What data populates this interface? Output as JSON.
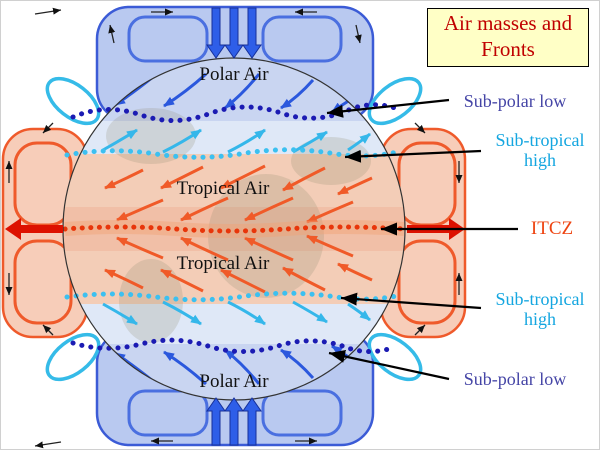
{
  "title": {
    "text": "Air masses and Fronts"
  },
  "globe": {
    "regions": [
      {
        "label": "Polar Air"
      },
      {
        "label": "Tropical Air"
      },
      {
        "label": "Tropical Air"
      },
      {
        "label": "Polar Air"
      }
    ]
  },
  "annotations": {
    "subpolar_low_north": {
      "text": "Sub-polar low",
      "color": "#4545a6"
    },
    "subtropical_high_north": {
      "text": "Sub-tropical high",
      "color": "#14a6e0"
    },
    "itcz": {
      "text": "ITCZ",
      "color": "#ee4411"
    },
    "subtropical_high_south": {
      "text": "Sub-tropical high",
      "color": "#14a6e0"
    },
    "subpolar_low_south": {
      "text": "Sub-polar low",
      "color": "#4545a6"
    }
  },
  "colors": {
    "title_text": "#c00000",
    "title_background": "#ffffc6",
    "polar_cell_fill": "#b9c9f0",
    "polar_cell_stroke": "#3b5bd6",
    "hadley_cell_fill": "#f7cdb9",
    "hadley_cell_stroke": "#ef5a2b",
    "polar_front_line": "#1b1bb3",
    "subtropical_ridge_line": "#3cc0f0",
    "itcz_line": "#e8350a",
    "itcz_arrow": "#dd1100",
    "polar_easterlies": "#2b58dd",
    "westerlies": "#35b7ea",
    "trade_winds": "#f05a28",
    "polar_air_band": "#c9d5f1",
    "tropical_air_band": "#f3cdb7"
  }
}
